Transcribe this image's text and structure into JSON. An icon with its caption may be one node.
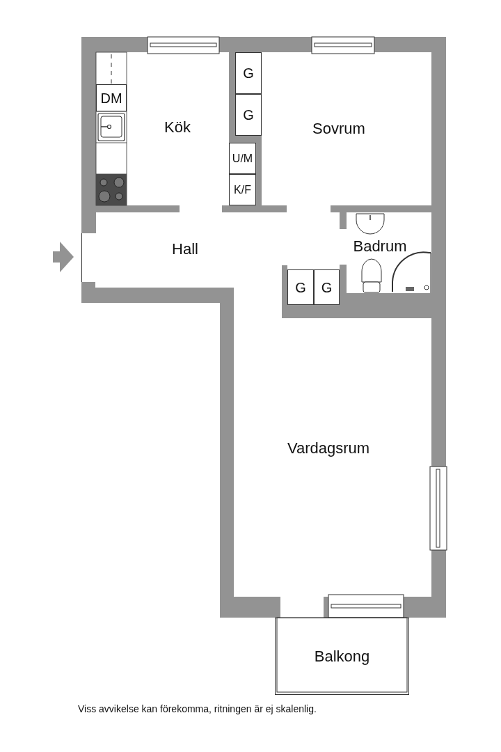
{
  "diagram": {
    "caption": "Viss avvikelse kan förekomma, ritningen är ej skalenlig.",
    "nodes": [
      {
        "text": [
          "DM"
        ]
      },
      {
        "text": [
          "G"
        ]
      },
      {
        "text": [
          "G"
        ]
      },
      {
        "text": [
          "U/M"
        ]
      },
      {
        "text": [
          "K/F"
        ]
      },
      {
        "text": [
          "G"
        ]
      },
      {
        "text": [
          "G"
        ]
      },
      {
        "text": [
          "Balkong"
        ]
      }
    ],
    "labels": [
      "Kök",
      "Sovrum",
      "Hall",
      "Badrum",
      "Vardagsrum"
    ]
  }
}
